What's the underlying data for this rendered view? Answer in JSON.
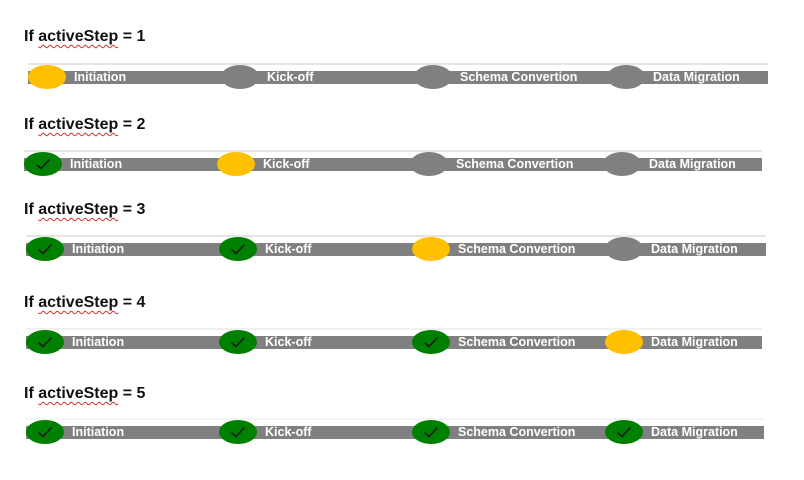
{
  "sections": [
    {
      "prefix": "If ",
      "keyword": "activeStep",
      "suffix": " = 1",
      "active_step": 1,
      "steps": [
        {
          "label": "Initiation",
          "status": "active"
        },
        {
          "label": "Kick-off",
          "status": "pending"
        },
        {
          "label": "Schema Convertion",
          "status": "pending"
        },
        {
          "label": "Data Migration",
          "status": "pending"
        }
      ]
    },
    {
      "prefix": "If ",
      "keyword": "activeStep",
      "suffix": " = 2",
      "active_step": 2,
      "steps": [
        {
          "label": "Initiation",
          "status": "done"
        },
        {
          "label": "Kick-off",
          "status": "active"
        },
        {
          "label": "Schema Convertion",
          "status": "pending"
        },
        {
          "label": "Data Migration",
          "status": "pending"
        }
      ]
    },
    {
      "prefix": "If ",
      "keyword": "activeStep",
      "suffix": " = 3",
      "active_step": 3,
      "steps": [
        {
          "label": "Initiation",
          "status": "done"
        },
        {
          "label": "Kick-off",
          "status": "done"
        },
        {
          "label": "Schema Convertion",
          "status": "active"
        },
        {
          "label": "Data Migration",
          "status": "pending"
        }
      ]
    },
    {
      "prefix": "If ",
      "keyword": "activeStep",
      "suffix": " = 4",
      "active_step": 4,
      "steps": [
        {
          "label": "Initiation",
          "status": "done"
        },
        {
          "label": "Kick-off",
          "status": "done"
        },
        {
          "label": "Schema Convertion",
          "status": "done"
        },
        {
          "label": "Data Migration",
          "status": "active"
        }
      ]
    },
    {
      "prefix": "If ",
      "keyword": "activeStep",
      "suffix": " = 5",
      "active_step": 5,
      "steps": [
        {
          "label": "Initiation",
          "status": "done"
        },
        {
          "label": "Kick-off",
          "status": "done"
        },
        {
          "label": "Schema Convertion",
          "status": "done"
        },
        {
          "label": "Data Migration",
          "status": "done"
        }
      ]
    }
  ],
  "colors": {
    "pending": "#808080",
    "active": "#ffc000",
    "done": "#008000",
    "checkmark": "#1a1a1a",
    "bar": "#808080",
    "spellcheck_underline": "#d0312d"
  },
  "icons": {
    "done": "check-icon"
  }
}
